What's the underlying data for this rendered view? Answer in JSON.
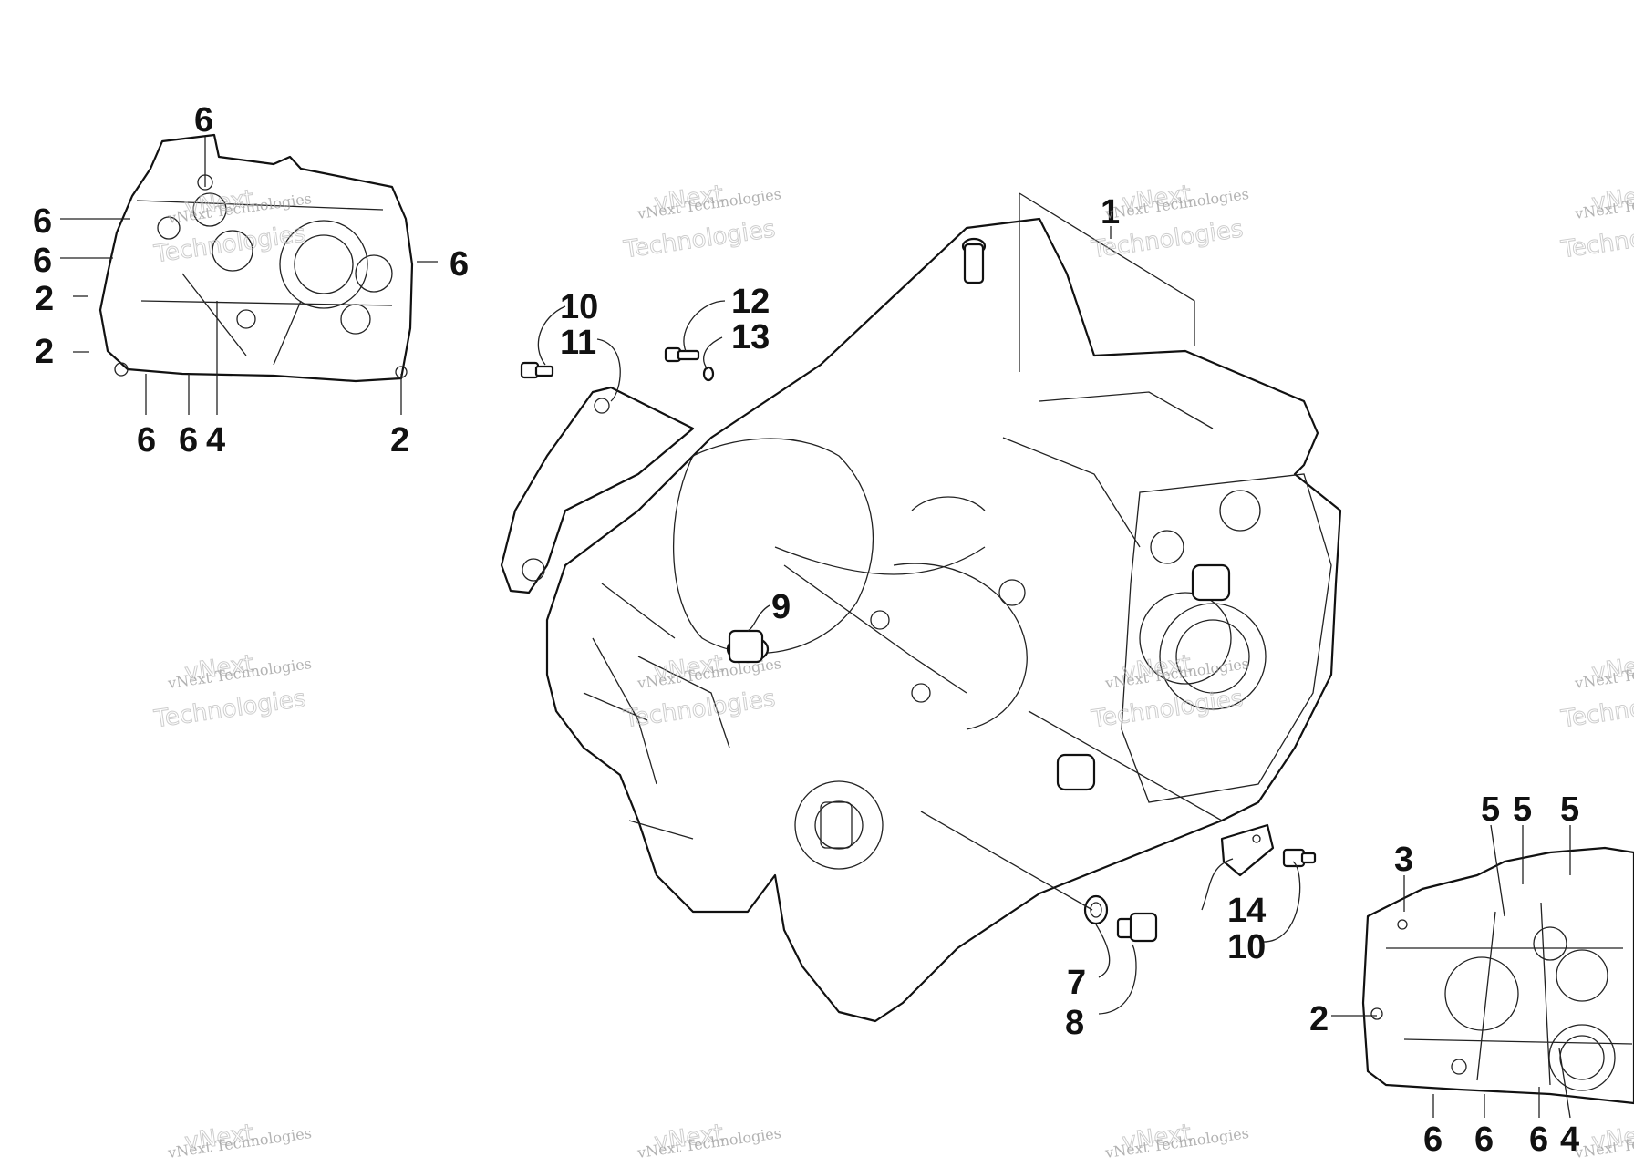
{
  "callouts_left_cover": [
    "6",
    "6",
    "6",
    "2",
    "2",
    "6",
    "6",
    "6",
    "4",
    "2"
  ],
  "callouts_main": [
    "1",
    "10",
    "11",
    "12",
    "13",
    "9",
    "14",
    "10",
    "7",
    "8"
  ],
  "callouts_right_cover": [
    "5",
    "5",
    "5",
    "3",
    "2",
    "6",
    "6",
    "6",
    "4"
  ],
  "watermark": {
    "line1": "vNext Technologies",
    "line2": "Technologies",
    "line3": "vNext"
  }
}
